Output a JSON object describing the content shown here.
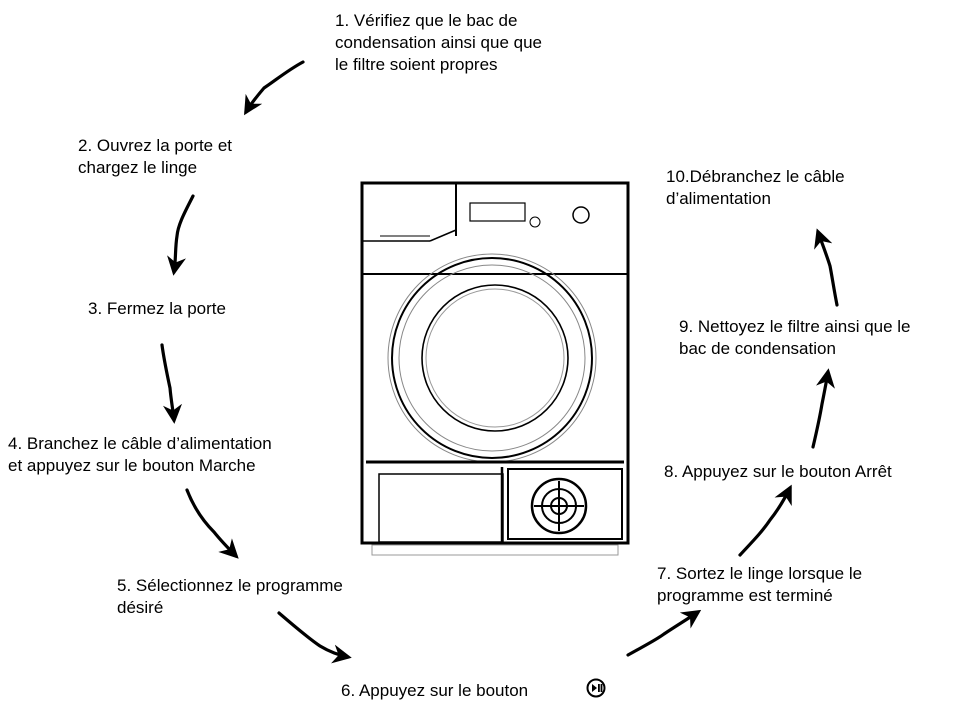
{
  "steps": [
    {
      "id": 1,
      "text": "1. Vérifiez que le bac de\ncondensation ainsi que que\nle filtre soient propres"
    },
    {
      "id": 2,
      "text": "2. Ouvrez la porte et\nchargez le linge"
    },
    {
      "id": 3,
      "text": "3. Fermez la porte"
    },
    {
      "id": 4,
      "text": "4. Branchez le câble d’alimentation\net appuyez sur le bouton Marche"
    },
    {
      "id": 5,
      "text": "5. Sélectionnez le programme\ndésiré"
    },
    {
      "id": 6,
      "text": "6. Appuyez sur le bouton"
    },
    {
      "id": 7,
      "text": "7. Sortez le linge lorsque le\nprogramme est  terminé"
    },
    {
      "id": 8,
      "text": "8. Appuyez sur le bouton Arrêt"
    },
    {
      "id": 9,
      "text": "9. Nettoyez le filtre ainsi que le\nbac de condensation"
    },
    {
      "id": 10,
      "text": "10.Débranchez le câble\nd’alimentation"
    }
  ],
  "icons": {
    "start_pause_button": "start-pause-icon",
    "appliance": "tumble-dryer-illustration",
    "arrows": "hand-drawn-arrow"
  },
  "colors": {
    "ink": "#000000",
    "background": "#ffffff"
  }
}
